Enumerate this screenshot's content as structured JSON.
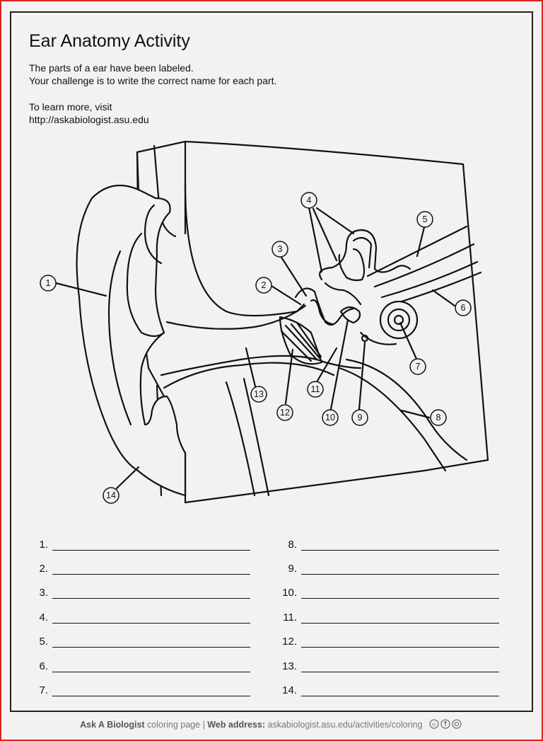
{
  "title": "Ear Anatomy Activity",
  "intro_lines": [
    "The parts of a ear have been labeled.",
    "Your challenge is to write the correct name for each part."
  ],
  "learn_more": {
    "line1": "To learn more, visit",
    "url": "http://askabiologist.asu.edu"
  },
  "diagram_labels": [
    "1",
    "2",
    "3",
    "4",
    "5",
    "6",
    "7",
    "8",
    "9",
    "10",
    "11",
    "12",
    "13",
    "14"
  ],
  "answers": {
    "left": [
      "1.",
      "2.",
      "3.",
      "4.",
      "5.",
      "6.",
      "7."
    ],
    "right": [
      "8.",
      "9.",
      "10.",
      "11.",
      "12.",
      "13.",
      "14."
    ]
  },
  "footer": {
    "brand": "Ask A Biologist",
    "text1": " coloring page | ",
    "web_label": "Web address:",
    "address": " askabiologist.asu.edu/activities/coloring"
  },
  "icons": [
    "creative-commons-icon",
    "attribution-icon",
    "noncommercial-icon"
  ],
  "colors": {
    "frame": "#dd2222",
    "ink": "#111111"
  }
}
